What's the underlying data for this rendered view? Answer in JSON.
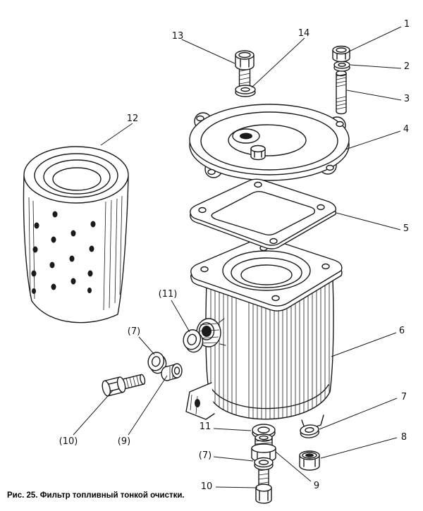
{
  "caption": "Рис. 25. Фильтр топливный тонкой очистки.",
  "colors": {
    "ink": "#1a1a1a",
    "background": "#ffffff"
  },
  "callouts": [
    {
      "text": "13"
    },
    {
      "text": "14"
    },
    {
      "text": "1"
    },
    {
      "text": "2"
    },
    {
      "text": "3"
    },
    {
      "text": "12"
    },
    {
      "text": "4"
    },
    {
      "text": "5"
    },
    {
      "text": "6"
    },
    {
      "text": "(11)"
    },
    {
      "text": "(7)"
    },
    {
      "text": "(10)"
    },
    {
      "text": "(9)"
    },
    {
      "text": "11"
    },
    {
      "text": "(7)"
    },
    {
      "text": "10"
    },
    {
      "text": "9"
    },
    {
      "text": "7"
    },
    {
      "text": "8"
    }
  ]
}
